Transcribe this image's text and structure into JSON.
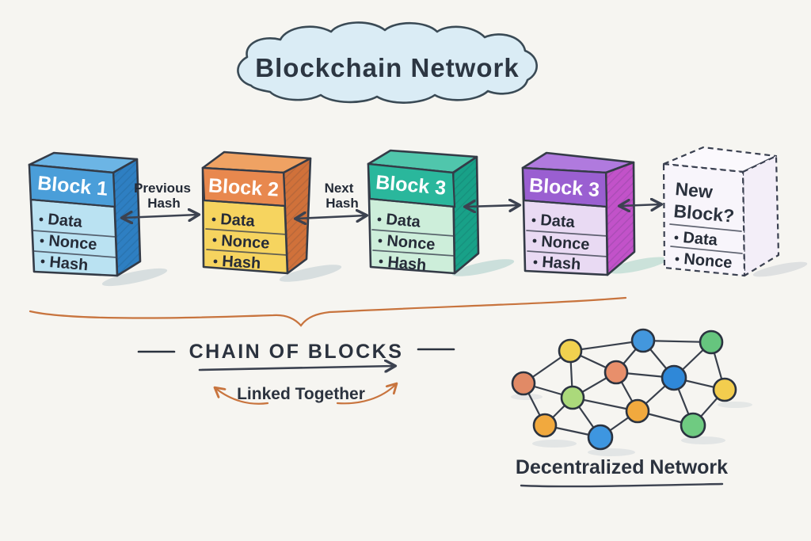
{
  "title": "Blockchain Network",
  "blocks": [
    {
      "title": "Block 1",
      "items": [
        "Data",
        "Nonce",
        "Hash"
      ],
      "colors": {
        "header": "#4a9ed9",
        "body": "#bae2f2",
        "side": "#2e7fc2",
        "top": "#6cb5e5"
      }
    },
    {
      "title": "Block 2",
      "items": [
        "Data",
        "Nonce",
        "Hash"
      ],
      "colors": {
        "header": "#e8884e",
        "body": "#f6d45f",
        "side": "#d0713a",
        "top": "#efa263"
      }
    },
    {
      "title": "Block 3",
      "items": [
        "Data",
        "Nonce",
        "Hash"
      ],
      "colors": {
        "header": "#2ab79c",
        "body": "#cdeeda",
        "side": "#18a188",
        "top": "#50c6ac"
      }
    },
    {
      "title": "Block 3",
      "items": [
        "Data",
        "Nonce",
        "Hash"
      ],
      "colors": {
        "header": "#9a5fd1",
        "body": "#e9daf3",
        "side": "#c252c9",
        "top": "#b07ade"
      }
    },
    {
      "title": "New Block?",
      "title_lines": [
        "New",
        "Block?"
      ],
      "items": [
        "Data",
        "Nonce"
      ],
      "dashed": true,
      "colors": {
        "header": "#f8f5fb",
        "body": "#f8f5fb",
        "side": "#f3eef8",
        "top": "#fbf9fd"
      }
    }
  ],
  "connections": [
    {
      "label": "Previous Hash",
      "label_lines": [
        "Previous",
        "Hash"
      ]
    },
    {
      "label": "Next Hash",
      "label_lines": [
        "Next",
        "Hash"
      ]
    },
    {
      "label": ""
    },
    {
      "label": ""
    }
  ],
  "captions": {
    "chain": "CHAIN OF BLOCKS",
    "linked": "Linked Together",
    "network": "Decentralized Network"
  },
  "palette": {
    "paper": "#f6f5f1",
    "ink": "#3c4250",
    "accent_orange": "#c8743e",
    "cloud_fill": "#daecf5"
  },
  "network": {
    "nodes": [
      {
        "color": "#e18a66"
      },
      {
        "color": "#f1d14f"
      },
      {
        "color": "#4397dd"
      },
      {
        "color": "#66c57e"
      },
      {
        "color": "#e88f6b"
      },
      {
        "color": "#abd97b"
      },
      {
        "color": "#2f88d8"
      },
      {
        "color": "#f3cd4e"
      },
      {
        "color": "#f1a93e"
      },
      {
        "color": "#f1a93e"
      },
      {
        "color": "#3e96e0"
      },
      {
        "color": "#6fcb81"
      }
    ],
    "edges": [
      [
        1,
        2
      ],
      [
        1,
        6
      ],
      [
        1,
        10
      ],
      [
        2,
        3
      ],
      [
        2,
        5
      ],
      [
        2,
        6
      ],
      [
        3,
        4
      ],
      [
        3,
        5
      ],
      [
        3,
        7
      ],
      [
        4,
        7
      ],
      [
        4,
        8
      ],
      [
        5,
        6
      ],
      [
        5,
        7
      ],
      [
        5,
        9
      ],
      [
        6,
        9
      ],
      [
        6,
        10
      ],
      [
        6,
        11
      ],
      [
        7,
        8
      ],
      [
        7,
        9
      ],
      [
        7,
        12
      ],
      [
        8,
        12
      ],
      [
        9,
        11
      ],
      [
        9,
        12
      ],
      [
        10,
        11
      ]
    ]
  }
}
